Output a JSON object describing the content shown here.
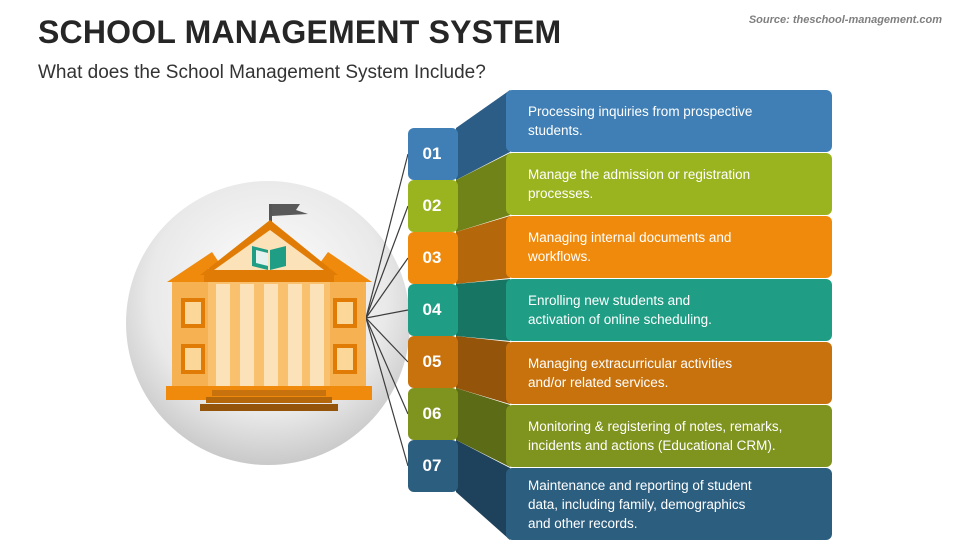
{
  "header": {
    "title": "SCHOOL MANAGEMENT SYSTEM",
    "subtitle": "What does the School Management System Include?",
    "source": "Source: theschool-management.com"
  },
  "illustration": {
    "icon": "school-building-icon"
  },
  "items": [
    {
      "number": "01",
      "line1": "Processing inquiries from prospective",
      "line2": "students.",
      "line3": "",
      "color": "#3f7fb5",
      "dark": "#2c5d86"
    },
    {
      "number": "02",
      "line1": "Manage the admission or registration",
      "line2": "processes.",
      "line3": "",
      "color": "#9ab41f",
      "dark": "#6f8318"
    },
    {
      "number": "03",
      "line1": "Managing internal documents and",
      "line2": "workflows.",
      "line3": "",
      "color": "#f08a0c",
      "dark": "#b5680b"
    },
    {
      "number": "04",
      "line1": "Enrolling new students and",
      "line2": "activation of online scheduling.",
      "line3": "",
      "color": "#1f9e85",
      "dark": "#167563"
    },
    {
      "number": "05",
      "line1": "Managing extracurricular activities",
      "line2": "and/or related services.",
      "line3": "",
      "color": "#c8720d",
      "dark": "#94540a"
    },
    {
      "number": "06",
      "line1": "Monitoring & registering of notes, remarks,",
      "line2": "incidents and actions (Educational CRM).",
      "line3": "",
      "color": "#7f931f",
      "dark": "#5c6b16"
    },
    {
      "number": "07",
      "line1": "Maintenance and reporting of student",
      "line2": "data, including family, demographics",
      "line3": "and other records.",
      "color": "#2c5e80",
      "dark": "#1e425b"
    }
  ]
}
